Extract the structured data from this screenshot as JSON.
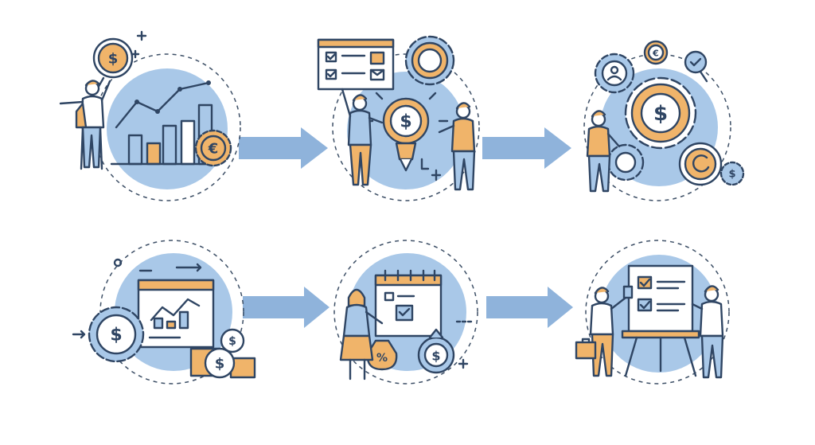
{
  "palette": {
    "blue": "#a9c8e8",
    "arrow": "#8fb3db",
    "orange": "#f0b46a",
    "ink": "#2f4563",
    "white": "#ffffff"
  },
  "symbols": {
    "dollar": "$",
    "euro": "€",
    "percent": "%"
  },
  "steps": [
    {
      "icon": "growth-chart-magnifier"
    },
    {
      "icon": "dollar-lightbulb-gears"
    },
    {
      "icon": "gear-dollar-system"
    },
    {
      "icon": "dashboard-gear-coins"
    },
    {
      "icon": "calendar-checklist-moneybag"
    },
    {
      "icon": "presentation-easel-checklist"
    }
  ],
  "arrows": [
    "arrow-right",
    "arrow-right",
    "arrow-right",
    "arrow-right"
  ]
}
